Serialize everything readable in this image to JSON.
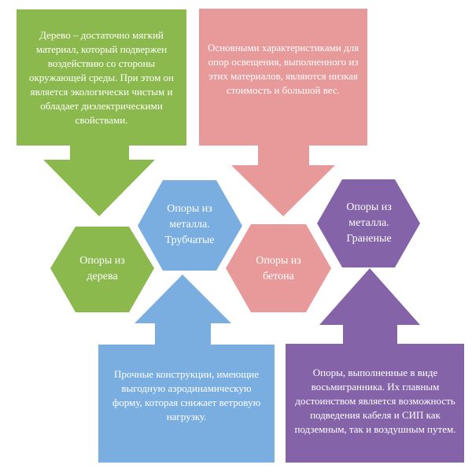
{
  "colors": {
    "green": "#8cb94d",
    "pink": "#e89a9a",
    "blue": "#7aaee0",
    "purple": "#8463a8",
    "text": "#ffffff"
  },
  "callouts": {
    "wood": {
      "text": "Дерево – достаточно мягкий материал, который подвержен воздействию со стороны окружающей среды. При этом он является экологически чистым и обладает диэлектрическими свойствами."
    },
    "concrete": {
      "text": "Основными характеристиками для опор освещения, выполненного из этих материалов, являются низкая стоимость и большой вес."
    },
    "tubular": {
      "text": "Прочные конструкции, имеющие выгодную аэродинамическую форму, которая снижает ветровую нагрузку."
    },
    "faceted": {
      "text": "Опоры, выполненные в виде восьмигранника. Их главным достоинством является возможность подведения кабеля и СИП как подземным, так и воздушным путем."
    }
  },
  "hexagons": {
    "wood": {
      "label": "Опоры из дерева"
    },
    "tubular": {
      "label": "Опоры из металла. Трубчатые"
    },
    "concrete": {
      "label": "Опоры из бетона"
    },
    "faceted": {
      "label": "Опоры из металла. Граненые"
    }
  }
}
